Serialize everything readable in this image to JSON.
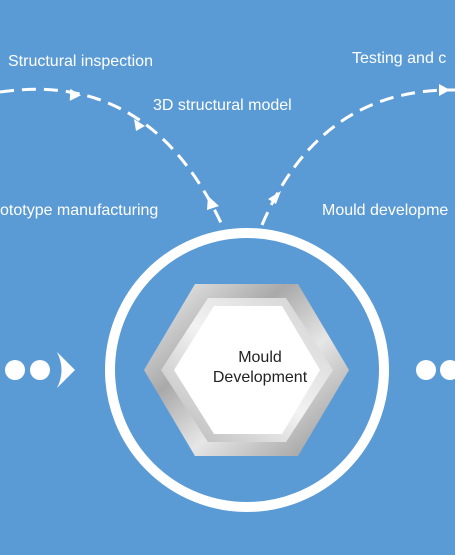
{
  "labels": {
    "structural_inspection": "Structural inspection",
    "testing": "Testing and c",
    "model_3d": "3D structural model",
    "prototype": "ototype manufacturing",
    "mould_dev_right": "Mould developme"
  },
  "center": {
    "line1": "Mould",
    "line2": "Development"
  },
  "colors": {
    "background": "#5b9bd5",
    "foreground": "#ffffff",
    "hexagon_silver": "#c8c8c8"
  }
}
